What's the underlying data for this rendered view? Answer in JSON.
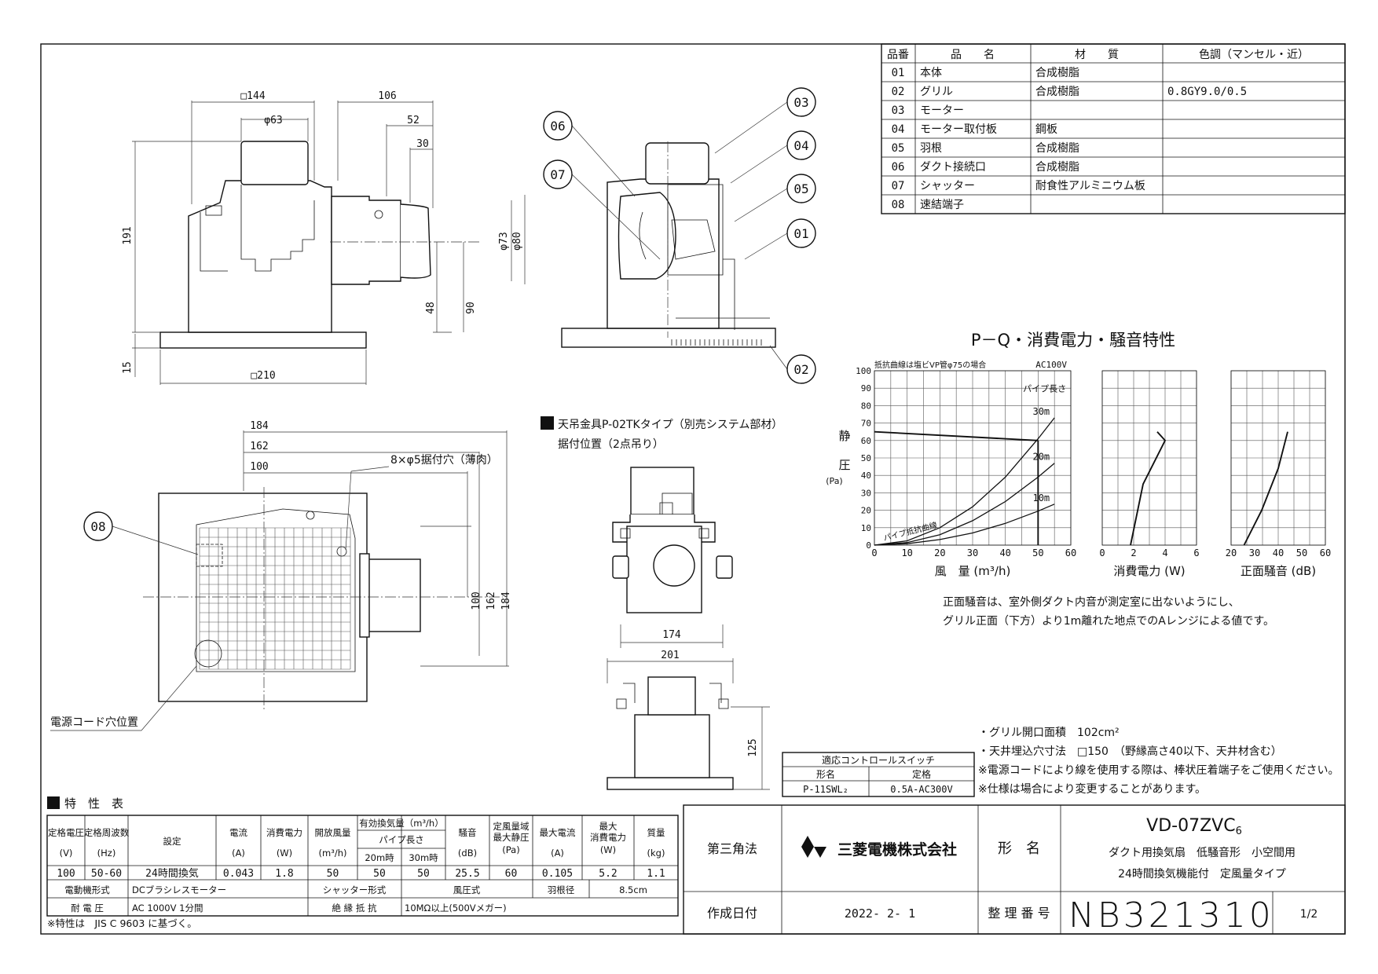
{
  "parts_table": {
    "headers": [
      "品番",
      "品　　名",
      "材　　質",
      "色調（マンセル・近）"
    ],
    "rows": [
      [
        "01",
        "本体",
        "合成樹脂",
        ""
      ],
      [
        "02",
        "グリル",
        "合成樹脂",
        "0.8GY9.0/0.5"
      ],
      [
        "03",
        "モーター",
        "",
        ""
      ],
      [
        "04",
        "モーター取付板",
        "鋼板",
        ""
      ],
      [
        "05",
        "羽根",
        "合成樹脂",
        ""
      ],
      [
        "06",
        "ダクト接続口",
        "合成樹脂",
        ""
      ],
      [
        "07",
        "シャッター",
        "耐食性アルミニウム板",
        ""
      ],
      [
        "08",
        "速結端子",
        "",
        ""
      ]
    ]
  },
  "dimensions": {
    "top_view": {
      "sq144": "□144",
      "d63": "φ63",
      "w106": "106",
      "w52": "52",
      "w30": "30",
      "h191": "191",
      "d73": "φ73",
      "d80": "φ80",
      "h48": "48",
      "h90": "90",
      "h15": "15",
      "sq210": "□210"
    },
    "bottom_view": {
      "w184": "184",
      "w162": "162",
      "w100": "100",
      "holes": "8×φ5据付穴（薄肉）",
      "v100": "100",
      "v162": "162",
      "v184": "184",
      "cord": "電源コード穴位置"
    },
    "mount_view": {
      "w174": "174",
      "w201": "201",
      "h125": "125"
    }
  },
  "callouts": [
    "01",
    "02",
    "03",
    "04",
    "05",
    "06",
    "07",
    "08"
  ],
  "mount_note": {
    "title": "天吊金具P-02TKタイプ（別売システム部材）",
    "subtitle": "据付位置（2点吊り）"
  },
  "chart_title": "P－Q・消費電力・騒音特性",
  "chart_data": [
    {
      "type": "line",
      "note": "抵抗曲線は塩ビVP管φ75の場合",
      "condition": "AC100V",
      "xlabel": "風　量",
      "xunit": "(m³/h)",
      "ylabel_top": "静",
      "ylabel_bottom": "圧",
      "yunit": "(Pa)",
      "xlim": [
        0,
        60
      ],
      "ylim": [
        0,
        100
      ],
      "xticks": [
        0,
        10,
        20,
        30,
        40,
        50,
        60
      ],
      "yticks": [
        0,
        10,
        20,
        30,
        40,
        50,
        60,
        70,
        80,
        90,
        100
      ],
      "pipe_label": "パイプ長さ",
      "resist_label": "パイプ抵抗曲線",
      "series": [
        {
          "name": "P-Q",
          "x": [
            0,
            50
          ],
          "y": [
            65,
            60
          ]
        },
        {
          "name": "30m",
          "x": [
            0,
            10,
            20,
            30,
            40,
            50,
            55
          ],
          "y": [
            0,
            2.5,
            10,
            22,
            39,
            61,
            73
          ]
        },
        {
          "name": "20m",
          "x": [
            0,
            10,
            20,
            30,
            40,
            50,
            55
          ],
          "y": [
            0,
            1.5,
            6,
            14,
            25,
            39,
            47
          ]
        },
        {
          "name": "10m",
          "x": [
            0,
            10,
            20,
            30,
            40,
            50,
            55
          ],
          "y": [
            0,
            0.8,
            3.2,
            7,
            12.5,
            19.5,
            23.5
          ]
        }
      ]
    },
    {
      "type": "line",
      "xlabel": "消費電力",
      "xunit": "(W)",
      "xlim": [
        0,
        6
      ],
      "ylim": [
        0,
        100
      ],
      "xticks": [
        0,
        2,
        4,
        6
      ],
      "series": [
        {
          "name": "消費電力",
          "x": [
            1.8,
            2.6,
            4.0,
            3.5
          ],
          "y": [
            0,
            35,
            60,
            65
          ]
        }
      ]
    },
    {
      "type": "line",
      "xlabel": "正面騒音",
      "xunit": "(dB)",
      "xlim": [
        20,
        60
      ],
      "ylim": [
        0,
        100
      ],
      "xticks": [
        20,
        30,
        40,
        50,
        60
      ],
      "series": [
        {
          "name": "正面騒音",
          "x": [
            25.5,
            33,
            40,
            44
          ],
          "y": [
            0,
            20,
            44,
            65
          ]
        }
      ]
    }
  ],
  "noise_note": [
    "正面騒音は、室外側ダクト内音が測定室に出ないようにし、",
    "グリル正面（下方）より1m離れた地点でのAレンジによる値です。"
  ],
  "spec_notes": [
    "・グリル開口面積　102cm²",
    "・天井埋込穴寸法　□150　（野縁高さ40以下、天井材含む）",
    "※電源コードにより線を使用する際は、棒状圧着端子をご使用ください。",
    "※仕様は場合により変更することがあります。"
  ],
  "switch_table": {
    "title": "適応コントロールスイッチ",
    "headers": [
      "形名",
      "定格"
    ],
    "row": [
      "P-11SWL₂",
      "0.5A-AC300V"
    ]
  },
  "characteristics": {
    "title": "特　性　表",
    "h_voltage": "定格電圧",
    "h_voltage_u": "(V)",
    "h_freq": "定格周波数",
    "h_freq_u": "(Hz)",
    "h_setting": "設定",
    "h_current": "電流",
    "h_current_u": "(A)",
    "h_power": "消費電力",
    "h_power_u": "(W)",
    "h_open": "開放風量",
    "h_open_u": "(m³/h)",
    "h_eff": "有効換気量（m³/h）",
    "h_pipe": "パイプ長さ",
    "h_20m": "20m時",
    "h_30m": "30m時",
    "h_noise": "騒音",
    "h_noise_u": "(dB)",
    "h_static1": "定風量域",
    "h_static2": "最大静圧",
    "h_static_u": "(Pa)",
    "h_maxcur": "最大電流",
    "h_maxcur_u": "(A)",
    "h_maxpow1": "最大",
    "h_maxpow2": "消費電力",
    "h_maxpow_u": "(W)",
    "h_mass": "質量",
    "h_mass_u": "(kg)",
    "row": [
      "100",
      "50-60",
      "24時間換気",
      "0.043",
      "1.8",
      "50",
      "50",
      "50",
      "25.5",
      "60",
      "0.105",
      "5.2",
      "1.1"
    ],
    "motor_label": "電動機形式",
    "motor_value": "DCブラシレスモーター",
    "shutter_label": "シャッター形式",
    "shutter_value": "風圧式",
    "blade_label": "羽根径",
    "blade_value": "8.5cm",
    "withstand_label": "耐 電 圧",
    "withstand_value": "AC 1000V 1分間",
    "insulation_label": "絶 縁 抵 抗",
    "insulation_value": "10MΩ以上(500Vメガー)",
    "footnote": "※特性は　JIS C 9603 に基づく。"
  },
  "title_block": {
    "projection": "第三角法",
    "company": "三菱電機株式会社",
    "model_label": "形　名",
    "model": "VD-07ZVC",
    "model_sub": "6",
    "desc1": "ダクト用換気扇　低騒音形　小空間用",
    "desc2": "24時間換気機能付　定風量タイプ",
    "date_label": "作成日付",
    "date": "2022- 2- 1",
    "number_label": "整 理 番 号",
    "number": "NB321310",
    "sheet": "1/2"
  }
}
